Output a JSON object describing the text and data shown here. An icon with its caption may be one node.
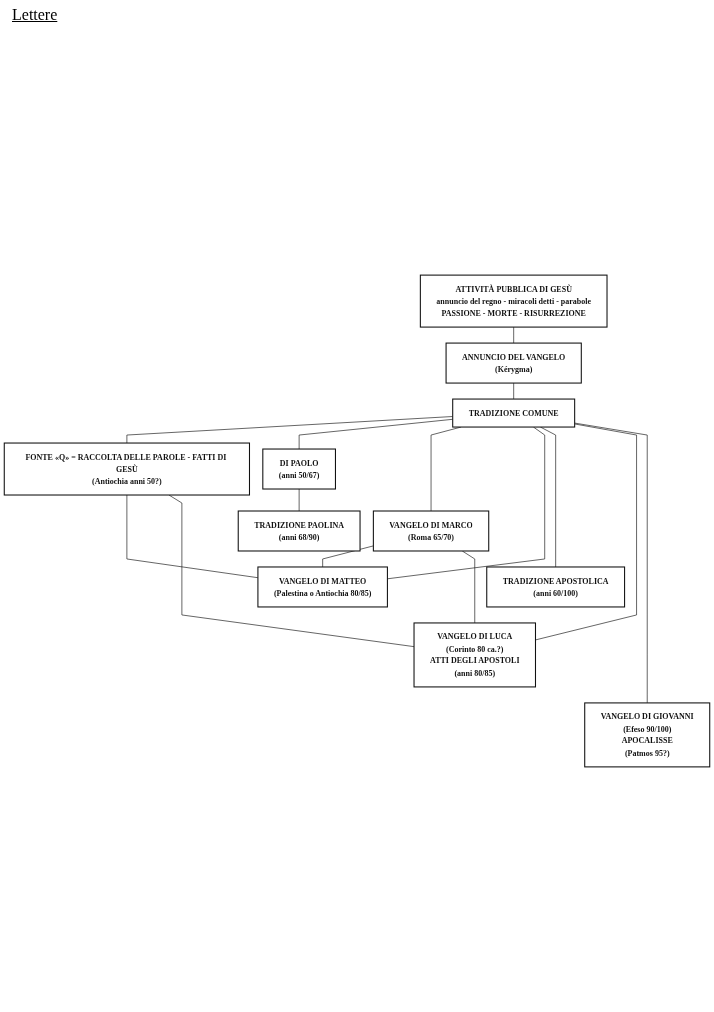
{
  "diagram": {
    "nodes": [
      {
        "text": [
          "ATTIVITÀ PUBBLICA DI GESÙ",
          "annuncio del regno - miracoli detti - parabole",
          "PASSIONE - MORTE - RISURREZIONE"
        ]
      },
      {
        "text": [
          "ANNUNCIO DEL VANGELO",
          "(Kérygma)"
        ]
      },
      {
        "text": [
          "TRADIZIONE COMUNE"
        ]
      },
      {
        "text": [
          "FONTE «Q» = RACCOLTA DELLE PAROLE - FATTI DI GESÙ",
          "(Antiochia anni 50?)"
        ]
      },
      {
        "text": [
          "DI PAOLO",
          "(anni 50/67)"
        ]
      },
      {
        "text": [
          "TRADIZIONE PAOLINA",
          "(anni 68/90)"
        ]
      },
      {
        "text": [
          "VANGELO DI MARCO",
          "(Roma 65/70)"
        ]
      },
      {
        "text": [
          "VANGELO DI MATTEO",
          "(Palestina o Antiochia 80/85)"
        ]
      },
      {
        "text": [
          "TRADIZIONE APOSTOLICA",
          "(anni 60/100)"
        ]
      },
      {
        "text": [
          "VANGELO DI LUCA",
          "(Corinto 80 ca.?)",
          "ATTI DEGLI APOSTOLI",
          "(anni 80/85)"
        ]
      },
      {
        "text": [
          "VANGELO DI GIOVANNI",
          "(Efeso 90/100)",
          "APOCALISSE",
          "(Patmos 95?)"
        ]
      }
    ],
    "edges": [
      {
        "from": 0,
        "to": 1,
        "arrow": "none"
      },
      {
        "from": 1,
        "to": 2,
        "arrow": "none"
      },
      {
        "from": 2,
        "to": 3,
        "arrow": "none"
      },
      {
        "from": 2,
        "to": 4,
        "arrow": "none"
      },
      {
        "from": 4,
        "to": 5,
        "arrow": "none"
      },
      {
        "from": 2,
        "to": 6,
        "arrow": "none"
      },
      {
        "from": 2,
        "to": 7,
        "arrow": "none"
      },
      {
        "from": 2,
        "to": 8,
        "arrow": "none"
      },
      {
        "from": 2,
        "to": 9,
        "arrow": "none"
      },
      {
        "from": 2,
        "to": 10,
        "arrow": "none"
      },
      {
        "from": 3,
        "to": 7,
        "arrow": "none"
      },
      {
        "from": 3,
        "to": 9,
        "arrow": "none"
      },
      {
        "from": 6,
        "to": 7,
        "arrow": "none"
      },
      {
        "from": 6,
        "to": 9,
        "arrow": "none"
      }
    ],
    "labels": [
      "Lettere"
    ]
  }
}
